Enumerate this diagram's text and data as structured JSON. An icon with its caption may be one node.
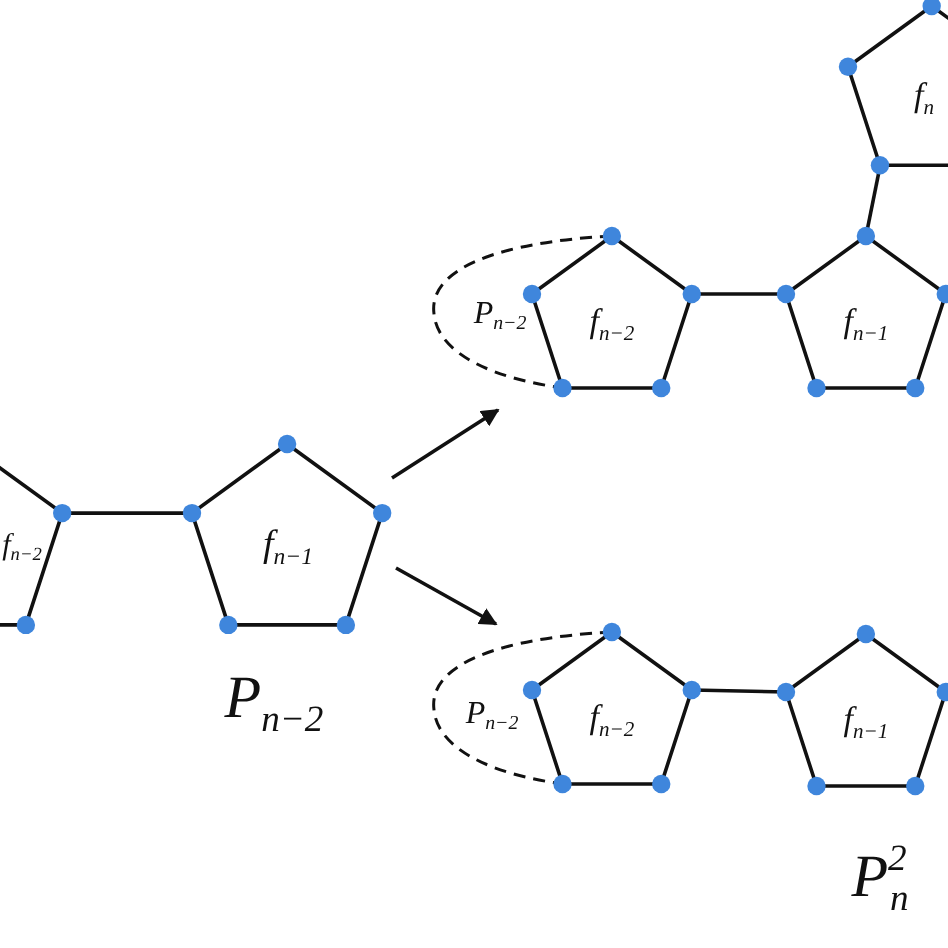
{
  "diagram": {
    "nodes": [
      {
        "text": [
          "f$_{n−2}$"
        ]
      },
      {
        "text": [
          "f$_{n−1}$"
        ]
      },
      {
        "text": [
          "P$_{n−2}$"
        ]
      },
      {
        "text": [
          "f$_{n−2}$"
        ]
      },
      {
        "text": [
          "f$_{n−1}$"
        ]
      },
      {
        "text": [
          "f$_{n}$"
        ]
      },
      {
        "text": [
          "P$_{n−2}$"
        ]
      },
      {
        "text": [
          "f$_{n−2}$"
        ]
      },
      {
        "text": [
          "f$_{n−1}$"
        ]
      }
    ],
    "edges": [
      {
        "from": 0,
        "to": 1,
        "arrow": "none"
      },
      {
        "from": 1,
        "to": 2,
        "arrow": "to"
      },
      {
        "from": 1,
        "to": 6,
        "arrow": "to"
      },
      {
        "from": 3,
        "to": 4,
        "arrow": "none"
      },
      {
        "from": 4,
        "to": 5,
        "arrow": "none"
      },
      {
        "from": 7,
        "to": 8,
        "arrow": "none"
      }
    ],
    "labels": [
      "P$_{n−2}$",
      "P$^{2}$$_{n}$"
    ]
  }
}
